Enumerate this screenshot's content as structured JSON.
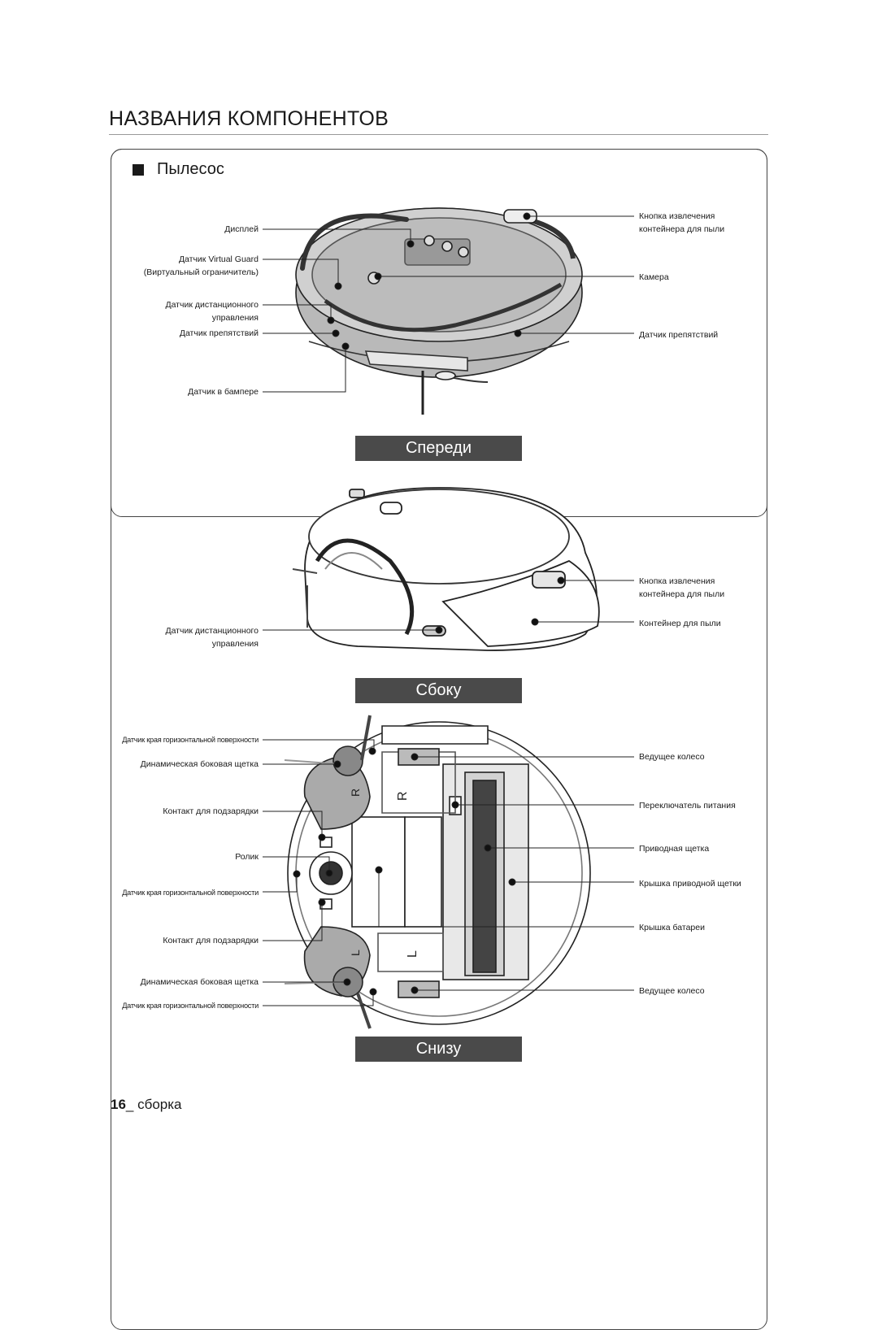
{
  "page": {
    "title": "НАЗВАНИЯ КОМПОНЕНТОВ",
    "section": "Пылесос",
    "footer_num": "16",
    "footer_text": "_ сборка"
  },
  "views": {
    "front": "Спереди",
    "side": "Сбоку",
    "bottom": "Снизу"
  },
  "front": {
    "display": "Дисплей",
    "vg1": "Датчик Virtual Guard",
    "vg2": "(Виртуальный ограничитель)",
    "remote1": "Датчик дистанционного",
    "remote2": "управления",
    "obstacle_left": "Датчик препятствий",
    "bumper": "Датчик в бампере",
    "eject1": "Кнопка извлечения",
    "eject2": "контейнера для пыли",
    "camera": "Камера",
    "obstacle_right": "Датчик препятствий"
  },
  "side": {
    "remote1": "Датчик дистанционного",
    "remote2": "управления",
    "eject1": "Кнопка извлечения",
    "eject2": "контейнера для пыли",
    "bin": "Контейнер для пыли"
  },
  "bottom": {
    "cliff1": "Датчик края горизонтальной поверхности",
    "side_brush1": "Динамическая боковая щетка",
    "contact1": "Контакт для подзарядки",
    "roller": "Ролик",
    "cliff2": "Датчик края горизонтальной поверхности",
    "contact2": "Контакт для подзарядки",
    "side_brush2": "Динамическая боковая щетка",
    "cliff3": "Датчик края горизонтальной поверхности",
    "wheel1": "Ведущее колесо",
    "power": "Переключатель питания",
    "main_brush": "Приводная щетка",
    "brush_cover": "Крышка приводной щетки",
    "battery": "Крышка батареи",
    "wheel2": "Ведущее колесо",
    "mark_r": "R",
    "mark_l": "L"
  }
}
